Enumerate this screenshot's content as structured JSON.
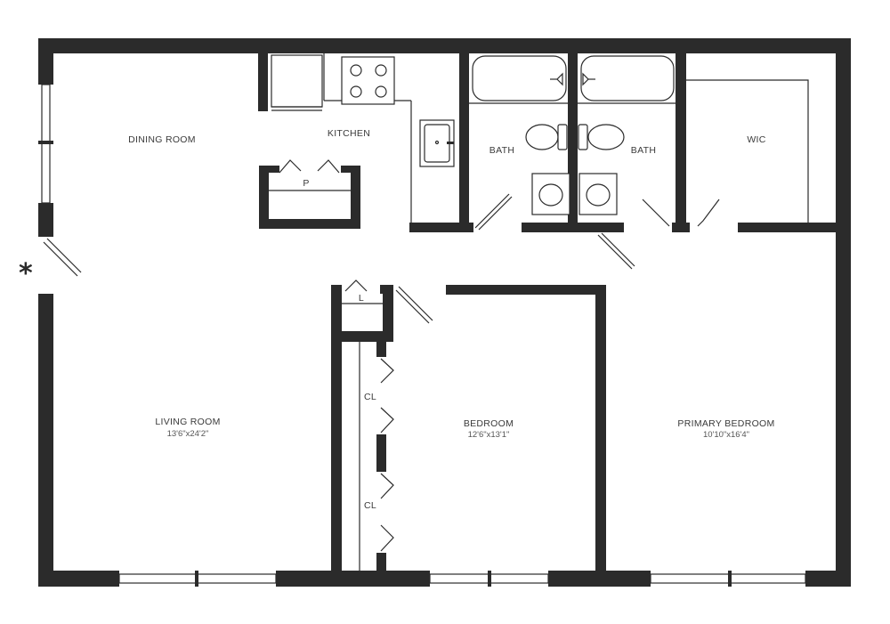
{
  "rooms": {
    "dining": {
      "label": "DINING ROOM"
    },
    "kitchen": {
      "label": "KITCHEN"
    },
    "pantry": {
      "label": "P"
    },
    "bath1": {
      "label": "BATH"
    },
    "bath2": {
      "label": "BATH"
    },
    "wic": {
      "label": "WIC"
    },
    "linen": {
      "label": "L"
    },
    "closet_upper": {
      "label": "CL"
    },
    "closet_lower": {
      "label": "CL"
    },
    "living": {
      "label": "LIVING ROOM",
      "dimensions": "13'6\"x24'2\""
    },
    "bedroom": {
      "label": "BEDROOM",
      "dimensions": "12'6\"x13'1\""
    },
    "primary": {
      "label": "PRIMARY BEDROOM",
      "dimensions": "10'10\"x16'4\""
    }
  },
  "entry_marker": "*",
  "colors": {
    "wall": "#2b2b2b",
    "label": "#3a3a3a",
    "background": "#ffffff"
  }
}
